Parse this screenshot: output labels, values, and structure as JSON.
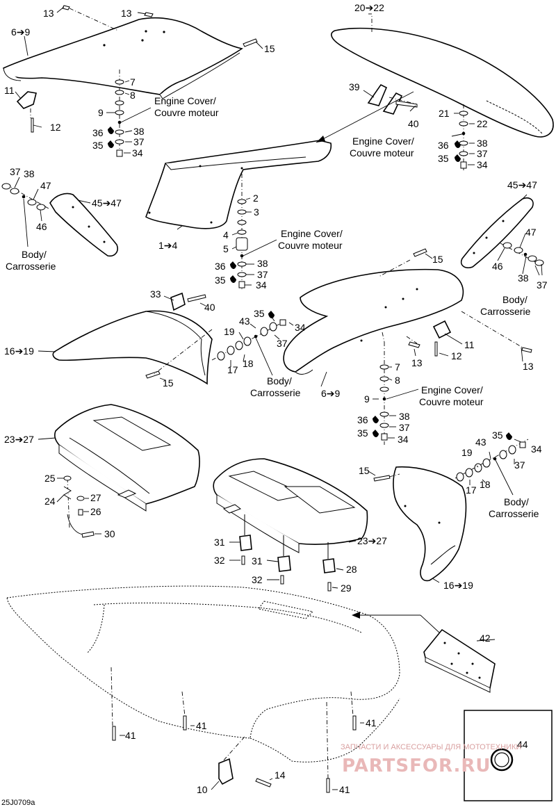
{
  "diagram_code": "25J0709a",
  "callouts": {
    "top_13a": "13",
    "top_13b": "13",
    "p6_9_top": "6➔9",
    "p15_top": "15",
    "p11_top": "11",
    "p12_top": "12",
    "p7_a": "7",
    "p8_a": "8",
    "p9_a": "9",
    "p36_a": "36",
    "p38_a": "38",
    "p35_a": "35",
    "p37_a": "37",
    "p34_a": "34",
    "p20_22": "20➔22",
    "p39": "39",
    "p40_a": "40",
    "p21": "21",
    "p22": "22",
    "p36_b": "36",
    "p38_b": "38",
    "p35_b": "35",
    "p37_b": "37",
    "p34_b": "34",
    "p37_l": "37",
    "p38_l": "38",
    "p47_l": "47",
    "p46_l": "46",
    "p45_47_l": "45➔47",
    "p2": "2",
    "p3": "3",
    "p4": "4",
    "p5": "5",
    "p1_4": "1➔4",
    "p36_c": "36",
    "p38_c": "38",
    "p35_c": "35",
    "p37_c": "37",
    "p34_c": "34",
    "p45_47_r": "45➔47",
    "p47_r": "47",
    "p46_r": "46",
    "p38_r": "38",
    "p37_r": "37",
    "p15_mid": "15",
    "p33": "33",
    "p40_b": "40",
    "p16_19_l": "16➔19",
    "p15_left": "15",
    "p35_d": "35",
    "p34_d": "34",
    "p43_a": "43",
    "p19_a": "19",
    "p37_d": "37",
    "p18_a": "18",
    "p17_a": "17",
    "p11_mid": "11",
    "p12_mid": "12",
    "p13_mid": "13",
    "p13_right": "13",
    "p6_9_mid": "6➔9",
    "p7_b": "7",
    "p8_b": "8",
    "p9_b": "9",
    "p36_d": "36",
    "p38_d": "38",
    "p35_e": "35",
    "p37_e": "37",
    "p34_e": "34",
    "p23_27_l": "23➔27",
    "p25": "25",
    "p24": "24",
    "p27": "27",
    "p26": "26",
    "p30": "30",
    "p23_27_r": "23➔27",
    "p31_a": "31",
    "p32_a": "32",
    "p31_b": "31",
    "p32_b": "32",
    "p28": "28",
    "p29": "29",
    "p35_f": "35",
    "p34_f": "34",
    "p43_b": "43",
    "p19_b": "19",
    "p37_f": "37",
    "p18_b": "18",
    "p15_r": "15",
    "p17_b": "17",
    "p16_19_r": "16➔19",
    "p42": "42",
    "p41_a": "41",
    "p41_b": "41",
    "p41_c": "41",
    "p41_d": "41",
    "p44": "44",
    "p10": "10",
    "p14": "14"
  },
  "engine_cover": {
    "line1": "Engine Cover/",
    "line2": "Couvre moteur"
  },
  "body": {
    "line1": "Body/",
    "line2": "Carrosserie"
  },
  "watermark": {
    "line1": "ЗАПЧАСТИ И АКСЕССУАРЫ ДЛЯ МОТОТЕХНИКИ",
    "line2": "PARTSFOR.RU"
  }
}
